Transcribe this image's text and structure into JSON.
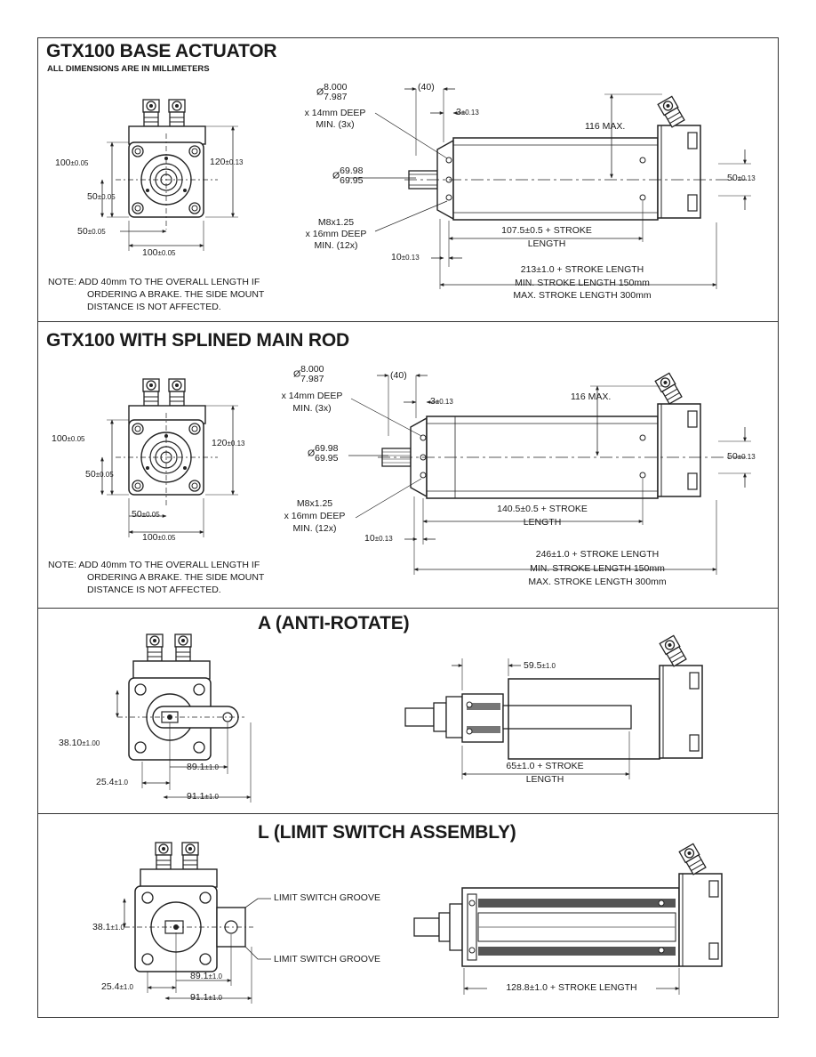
{
  "sections": {
    "base": {
      "title": "GTX100 BASE ACTUATOR",
      "subtitle": "ALL DIMENSIONS ARE IN MILLIMETERS",
      "end_view": {
        "dim_width": "100",
        "dim_width_tol": "±0.05",
        "dim_height_left": "100",
        "dim_height_left_tol": "±0.05",
        "dim_height_right": "120",
        "dim_height_right_tol": "±0.13",
        "dim_center_v": "50",
        "dim_center_v_tol": "±0.05",
        "dim_center_h": "50",
        "dim_center_h_tol": "±0.05"
      },
      "side_view": {
        "bore_upper": "8.000",
        "bore_lower": "7.987",
        "bore_depth": "x 14mm DEEP",
        "bore_min": "MIN. (3x)",
        "dim_40": "40",
        "dim_3": "3",
        "dim_3_tol": "±0.13",
        "dim_116": "116 MAX.",
        "rod_dia_upper": "69.98",
        "rod_dia_lower": "69.95",
        "thread": "M8x1.25",
        "thread_depth": "x 16mm DEEP",
        "thread_min": "MIN. (12x)",
        "dim_50": "50",
        "dim_50_tol": "±0.13",
        "dim_10": "10",
        "dim_10_tol": "±0.13",
        "len_a_1": "107.5±0.5 + STROKE",
        "len_a_2": "LENGTH",
        "len_b_1": "213±1.0 + STROKE LENGTH",
        "len_b_2": "MIN. STROKE LENGTH 150mm",
        "len_b_3": "MAX. STROKE LENGTH 300mm"
      },
      "note_1": "NOTE: ADD 40mm TO THE OVERALL LENGTH IF",
      "note_2": "ORDERING A BRAKE. THE SIDE MOUNT",
      "note_3": "DISTANCE IS NOT AFFECTED."
    },
    "splined": {
      "title": "GTX100 WITH SPLINED MAIN ROD",
      "end_view": {
        "dim_width": "100",
        "dim_width_tol": "±0.05",
        "dim_height_left": "100",
        "dim_height_left_tol": "±0.05",
        "dim_height_right": "120",
        "dim_height_right_tol": "±0.13",
        "dim_center_v": "50",
        "dim_center_v_tol": "±0.05",
        "dim_center_h": "50",
        "dim_center_h_tol": "±0.05"
      },
      "side_view": {
        "bore_upper": "8.000",
        "bore_lower": "7.987",
        "bore_depth": "x 14mm DEEP",
        "bore_min": "MIN. (3x)",
        "dim_40": "40",
        "dim_3": "3",
        "dim_3_tol": "±0.13",
        "dim_116": "116 MAX.",
        "rod_dia_upper": "69.98",
        "rod_dia_lower": "69.95",
        "thread": "M8x1.25",
        "thread_depth": "x 16mm DEEP",
        "thread_min": "MIN. (12x)",
        "dim_50": "50",
        "dim_50_tol": "±0.13",
        "dim_10": "10",
        "dim_10_tol": "±0.13",
        "len_a_1": "140.5±0.5 + STROKE",
        "len_a_2": "LENGTH",
        "len_b_1": "246±1.0 + STROKE LENGTH",
        "len_b_2": "MIN. STROKE LENGTH 150mm",
        "len_b_3": "MAX. STROKE LENGTH 300mm"
      },
      "note_1": "NOTE: ADD 40mm TO THE OVERALL LENGTH IF",
      "note_2": "ORDERING A BRAKE. THE SIDE MOUNT",
      "note_3": "DISTANCE IS NOT AFFECTED."
    },
    "anti_rotate": {
      "title": "A (ANTI-ROTATE)",
      "dim_38": "38.10",
      "dim_38_tol": "±1.00",
      "dim_25": "25.4",
      "dim_25_tol": "±1.0",
      "dim_89": "89.1",
      "dim_89_tol": "±1.0",
      "dim_91": "91.1",
      "dim_91_tol": "±1.0",
      "dim_59": "59.5",
      "dim_59_tol": "±1.0",
      "len_1": "65±1.0 + STROKE",
      "len_2": "LENGTH"
    },
    "limit_switch": {
      "title": "L (LIMIT SWITCH ASSEMBLY)",
      "groove_top": "LIMIT SWITCH GROOVE",
      "groove_bottom": "LIMIT SWITCH GROOVE",
      "dim_38": "38.1",
      "dim_38_tol": "±1.0",
      "dim_25": "25.4",
      "dim_25_tol": "±1.0",
      "dim_89": "89.1",
      "dim_89_tol": "±1.0",
      "dim_91": "91.1",
      "dim_91_tol": "±1.0",
      "len_1": "128.8±1.0 + STROKE LENGTH"
    }
  }
}
